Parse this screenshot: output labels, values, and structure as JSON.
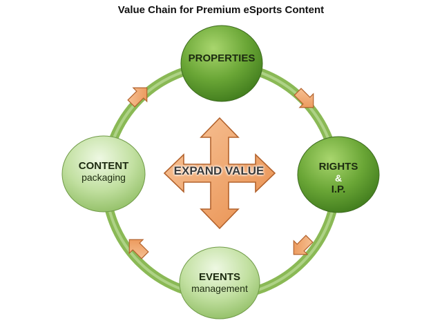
{
  "title": "Value Chain for Premium eSports Content",
  "center": {
    "label": "EXPAND VALUE"
  },
  "nodes": {
    "properties": {
      "title": "PROPERTIES"
    },
    "rights": {
      "title": "RIGHTS",
      "amp": "&",
      "sub": "I.P."
    },
    "events": {
      "title": "EVENTS",
      "sub": "management"
    },
    "content": {
      "title": "CONTENT",
      "sub": "packaging"
    }
  },
  "colors": {
    "ring": "#8ab955",
    "node_dark": "#5f9a2d",
    "node_light": "#b7da92",
    "arrow_fill": "#f0a46a",
    "arrow_stroke": "#b2622c"
  }
}
